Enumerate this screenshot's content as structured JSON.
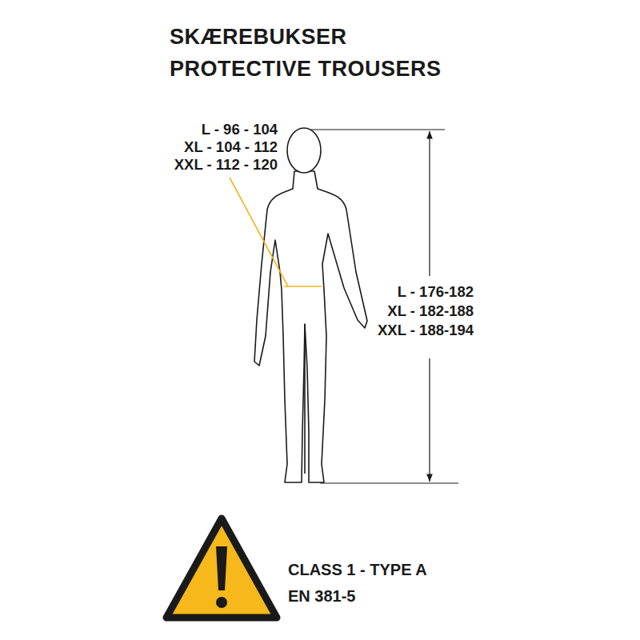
{
  "diagram": {
    "title": "SKÆREBUKSER",
    "labels": [
      "PROTECTIVE TROUSERS",
      "L - 96 - 104",
      "XL - 104 - 112",
      "XXL - 112 - 120",
      "L - 176-182",
      "XL - 182-188",
      "XXL - 188-194",
      "CLASS 1 - TYPE A",
      "EN 381-5"
    ]
  }
}
